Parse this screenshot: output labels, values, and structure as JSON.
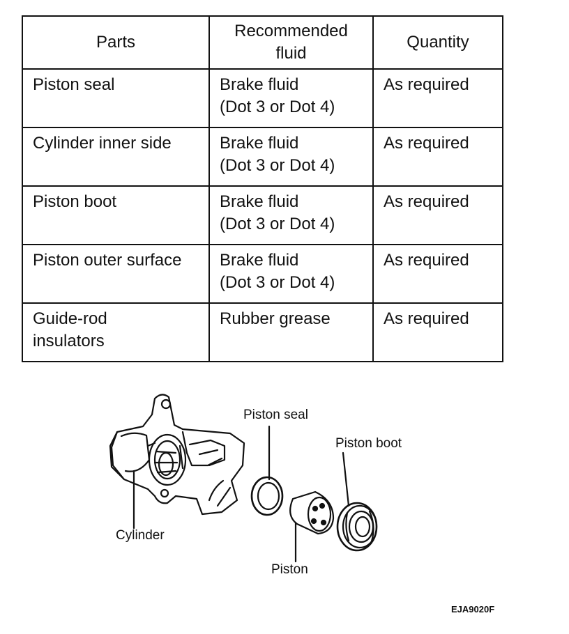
{
  "table": {
    "headers": [
      "Parts",
      "Recommended\nfluid",
      "Quantity"
    ],
    "rows": [
      [
        "Piston seal",
        "Brake fluid\n(Dot 3 or Dot 4)",
        "As required"
      ],
      [
        "Cylinder inner side",
        "Brake fluid\n(Dot 3 or Dot 4)",
        "As required"
      ],
      [
        "Piston boot",
        "Brake fluid\n(Dot 3 or Dot 4)",
        "As required"
      ],
      [
        "Piston outer surface",
        "Brake fluid\n(Dot 3 or Dot 4)",
        "As required"
      ],
      [
        "Guide-rod\ninsulators",
        "Rubber grease",
        "As required"
      ]
    ]
  },
  "figure": {
    "labels": {
      "piston_seal": "Piston seal",
      "piston_boot": "Piston boot",
      "cylinder": "Cylinder",
      "piston": "Piston"
    },
    "code": "EJA9020F"
  }
}
